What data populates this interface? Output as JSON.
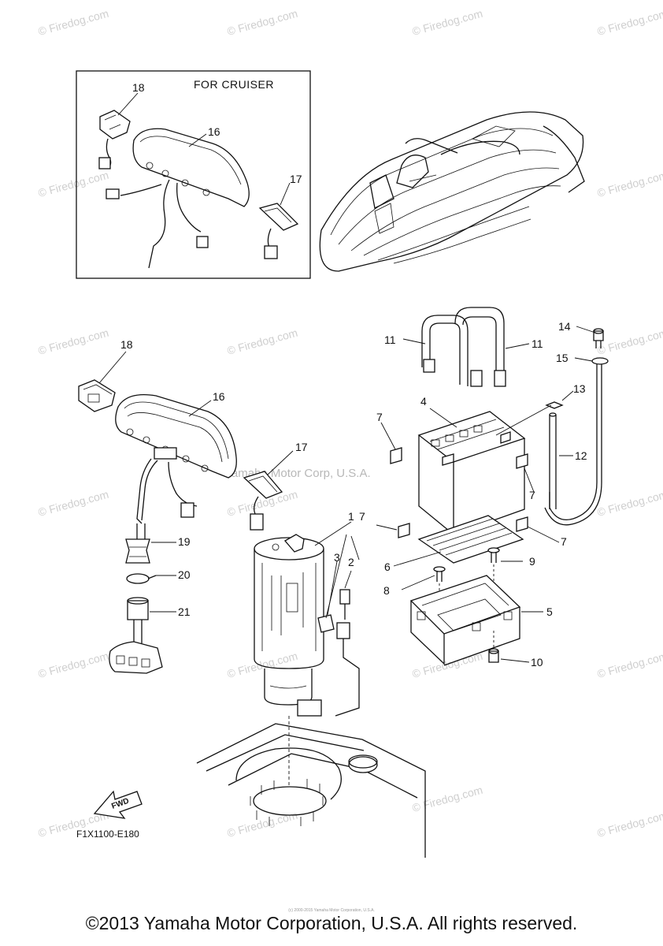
{
  "inset": {
    "label": "FOR CRUISER"
  },
  "callouts": {
    "c1": "1",
    "c2": "2",
    "c3": "3",
    "c4": "4",
    "c5": "5",
    "c6": "6",
    "c7": "7",
    "c8": "8",
    "c9": "9",
    "c10": "10",
    "c11": "11",
    "c12": "12",
    "c13": "13",
    "c14": "14",
    "c15": "15",
    "c16": "16",
    "c17": "17",
    "c18": "18",
    "c19": "19",
    "c20": "20",
    "c21": "21"
  },
  "watermark": {
    "text": "© Firedog.com",
    "center": "Yamaha Motor Corp, U.S.A."
  },
  "fwd": {
    "label": "FWD"
  },
  "diagram_code": "F1X1100-E180",
  "copyright": "©2013 Yamaha Motor Corporation, U.S.A. All rights reserved.",
  "fineprint": "(c) 2000-2015 Yamaha Motor Corporation, U.S.A."
}
